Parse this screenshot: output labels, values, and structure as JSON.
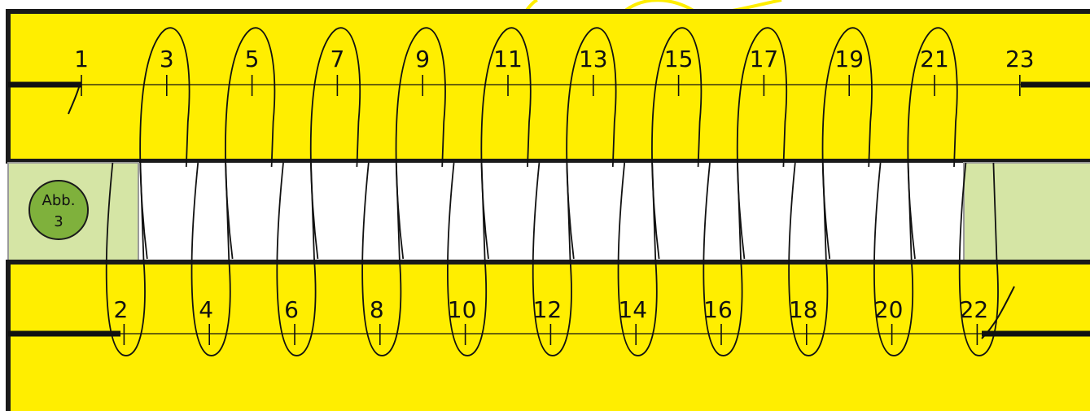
{
  "figure": {
    "badge_line1": "Abb.",
    "badge_line2": "3"
  },
  "colors": {
    "panel_yellow": "#ffee00",
    "panel_border": "#1a1a1a",
    "strip_green": "#d5e5a5",
    "strip_white": "#ffffff",
    "badge_green": "#7fb13c",
    "stitch_line": "#111111",
    "decor_yellow": "#ffee00"
  },
  "top_labels": [
    "1",
    "3",
    "5",
    "7",
    "9",
    "11",
    "13",
    "15",
    "17",
    "19",
    "21",
    "23"
  ],
  "bottom_labels": [
    "2",
    "4",
    "6",
    "8",
    "10",
    "12",
    "14",
    "16",
    "18",
    "20",
    "22"
  ]
}
